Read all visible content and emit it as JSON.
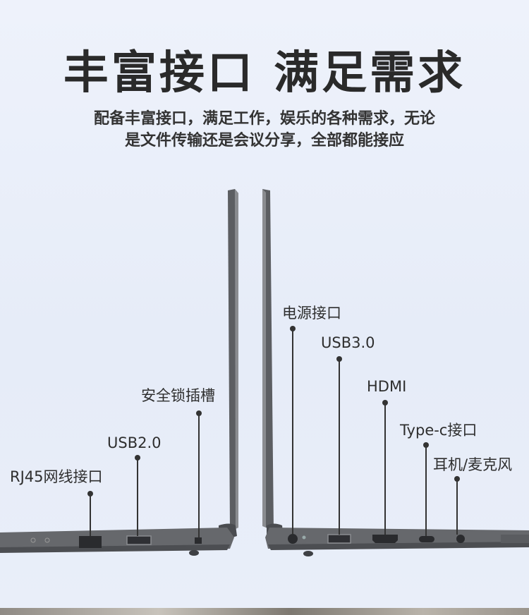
{
  "heading": {
    "title": "丰富接口 满足需求",
    "subtitle_line1": "配备丰富接口，满足工作，娱乐的各种需求，无论",
    "subtitle_line2": "是文件传输还是会议分享，全部都能接应"
  },
  "left_ports": [
    {
      "name": "rj45",
      "label": "RJ45网线接口"
    },
    {
      "name": "usb2",
      "label": "USB2.0"
    },
    {
      "name": "lock",
      "label": "安全锁插槽"
    }
  ],
  "right_ports": [
    {
      "name": "power",
      "label": "电源接口"
    },
    {
      "name": "usb3",
      "label": "USB3.0"
    },
    {
      "name": "hdmi",
      "label": "HDMI"
    },
    {
      "name": "typec",
      "label": "Type-c接口"
    },
    {
      "name": "audio",
      "label": "耳机/麦克风"
    }
  ],
  "colors": {
    "background": "#e8edf9",
    "laptop_body": "#5d5f63",
    "laptop_edge": "#7b7d81",
    "text": "#2e2e2e"
  }
}
